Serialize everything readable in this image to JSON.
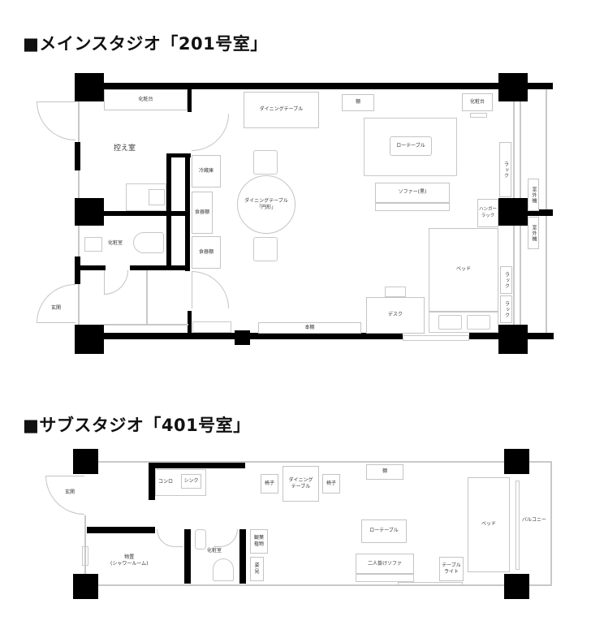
{
  "plans": [
    {
      "title": "■メインスタジオ「201号室」",
      "rooms": {
        "waiting_room": "控え室",
        "powder_room": "化粧室",
        "entrance": "玄関"
      },
      "furniture": {
        "vanity_left": "化粧台",
        "dining_table": "ダイニングテーブル",
        "shelf": "棚",
        "vanity_right": "化粧台",
        "low_table": "ローテーブル",
        "sofa": "ソファー(黒)",
        "round_table_line1": "ダイニングテーブル",
        "round_table_line2": "「円形」",
        "fridge": "冷蔵庫",
        "cupboard_1": "食器棚",
        "cupboard_2": "食器棚",
        "rack_top": "ラック",
        "hanger_rack_line1": "ハンガー",
        "hanger_rack_line2": "ラック",
        "outdoor_unit_1": "室外機",
        "outdoor_unit_2": "室外機",
        "bed": "ベッド",
        "rack_mid": "ラック",
        "rack_bottom": "ラック",
        "desk": "デスク",
        "bookshelf": "本棚"
      }
    },
    {
      "title": "■サブスタジオ「401号室」",
      "rooms": {
        "entrance": "玄関",
        "storage_line1": "物置",
        "storage_line2": "(シャワールーム)",
        "powder_room": "化粧室",
        "balcony": "バルコニー"
      },
      "furniture": {
        "stove": "コンロ",
        "sink": "シンク",
        "chair_left": "椅子",
        "dining_line1": "ダイニング",
        "dining_line2": "テーブル",
        "chair_right": "椅子",
        "shelf": "棚",
        "plant_line1": "観葉",
        "plant_line2": "植物",
        "mirror_line1": "姿",
        "mirror_line2": "見",
        "low_table": "ローテーブル",
        "sofa": "二人掛けソファ",
        "lamp_line1": "テーブル",
        "lamp_line2": "ライト",
        "bed": "ベッド"
      }
    }
  ]
}
